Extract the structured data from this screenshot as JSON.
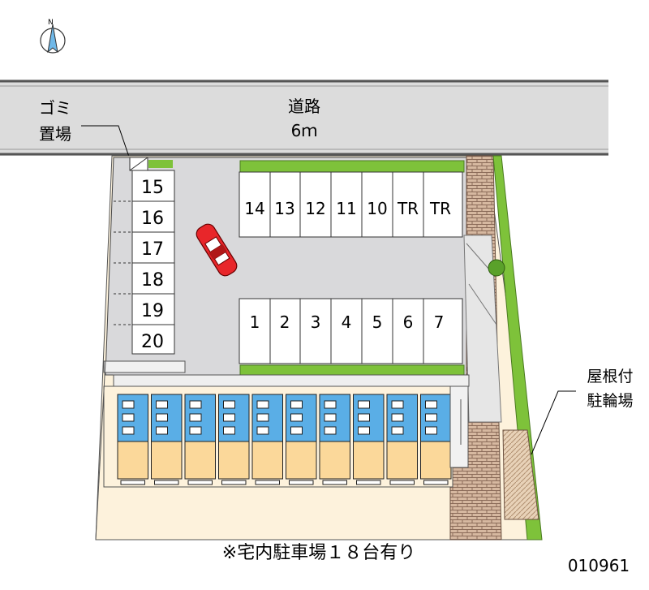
{
  "road": {
    "name": "道路",
    "width": "6ｍ"
  },
  "trash": {
    "line1": "ゴミ",
    "line2": "置場"
  },
  "bike_parking": {
    "line1": "屋根付",
    "line2": "駐輪場"
  },
  "north_label": "N",
  "parking": {
    "left_column": [
      "15",
      "16",
      "17",
      "18",
      "19",
      "20"
    ],
    "top_row": [
      "14",
      "13",
      "12",
      "11",
      "10",
      "TR",
      "TR"
    ],
    "bottom_row": [
      "1",
      "2",
      "3",
      "4",
      "5",
      "6",
      "7"
    ]
  },
  "units_count": 10,
  "note": "※宅内駐車場１８台有り",
  "code": "010961",
  "colors": {
    "lot": "#d9d9db",
    "road": "#dcdcdc",
    "green": "#7ec23a",
    "building": "#fbd89a",
    "balcony": "#5aaee6",
    "brick": "#c0a08a",
    "car": "#e8262a",
    "compass": "#6fb8e8"
  }
}
